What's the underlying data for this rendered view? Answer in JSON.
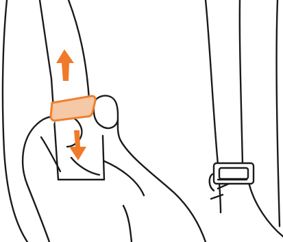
{
  "diagram": {
    "kind": "backpack strap adjustment illustration",
    "colors": {
      "ink": "#1a1a1a",
      "arrow": "#f07a2a",
      "buckle_fill": "#f5c8a6",
      "buckle_stroke": "#ef7f30",
      "skin": "#ffffff"
    },
    "arrows": [
      {
        "name": "adjust-up-arrow",
        "direction": "up"
      },
      {
        "name": "adjust-down-arrow",
        "direction": "down"
      }
    ],
    "parts": [
      "left-shoulder-strap",
      "strap-slider-buckle",
      "hand",
      "right-shoulder-strap",
      "strap-side-buckle",
      "backpack-body-outline"
    ]
  }
}
